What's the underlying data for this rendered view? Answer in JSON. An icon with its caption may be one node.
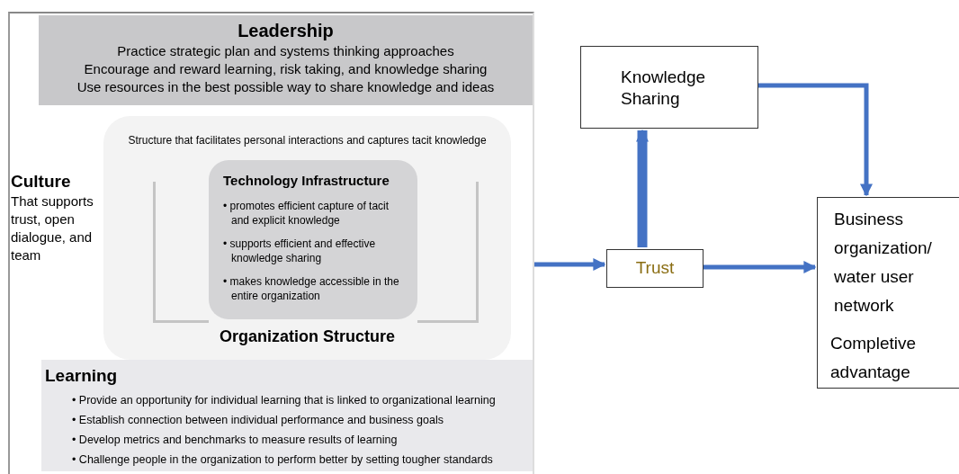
{
  "diagram": {
    "nodes": [
      {
        "text": [],
        "shape": "box"
      },
      {
        "text": [
          "Leadership",
          "Practice strategic plan and systems thinking approaches",
          "Encourage and reward learning, risk taking, and knowledge sharing",
          "Use resources in the best possible way to share knowledge and ideas"
        ],
        "in": 0
      },
      {
        "text": [
          "Structure that facilitates personal interactions and captures tacit knowledge",
          "Organization Structure"
        ],
        "in": 0
      },
      {
        "text": [
          "Technology Infrastructure",
          "• promotes efficient capture of tacit and explicit knowledge",
          "• supports efficient and effective knowledge sharing",
          "• makes knowledge accessible in the entire organization"
        ],
        "in": 2
      },
      {
        "text": [
          "Learning",
          "• Provide an opportunity for individual learning that is linked to organizational learning",
          "• Establish connection between individual performance and business goals",
          "• Develop metrics and benchmarks to measure results of learning",
          "• Challenge people in the organization to perform better by setting tougher standards"
        ],
        "in": 0
      },
      {
        "text": [
          "Knowledge Sharing"
        ]
      },
      {
        "text": [
          "Trust"
        ]
      },
      {
        "text": [
          "Business organization/ water user network",
          "Completive advantage"
        ]
      }
    ],
    "edges": [
      {
        "from": 0,
        "to": 6,
        "arrow": "to"
      },
      {
        "from": 6,
        "to": 5,
        "arrow": "to",
        "style": "thick"
      },
      {
        "from": 5,
        "to": 7,
        "arrow": "to"
      },
      {
        "from": 6,
        "to": 7,
        "arrow": "to"
      }
    ],
    "labels": [
      "Culture",
      "That supports trust, open dialogue, and team"
    ]
  }
}
